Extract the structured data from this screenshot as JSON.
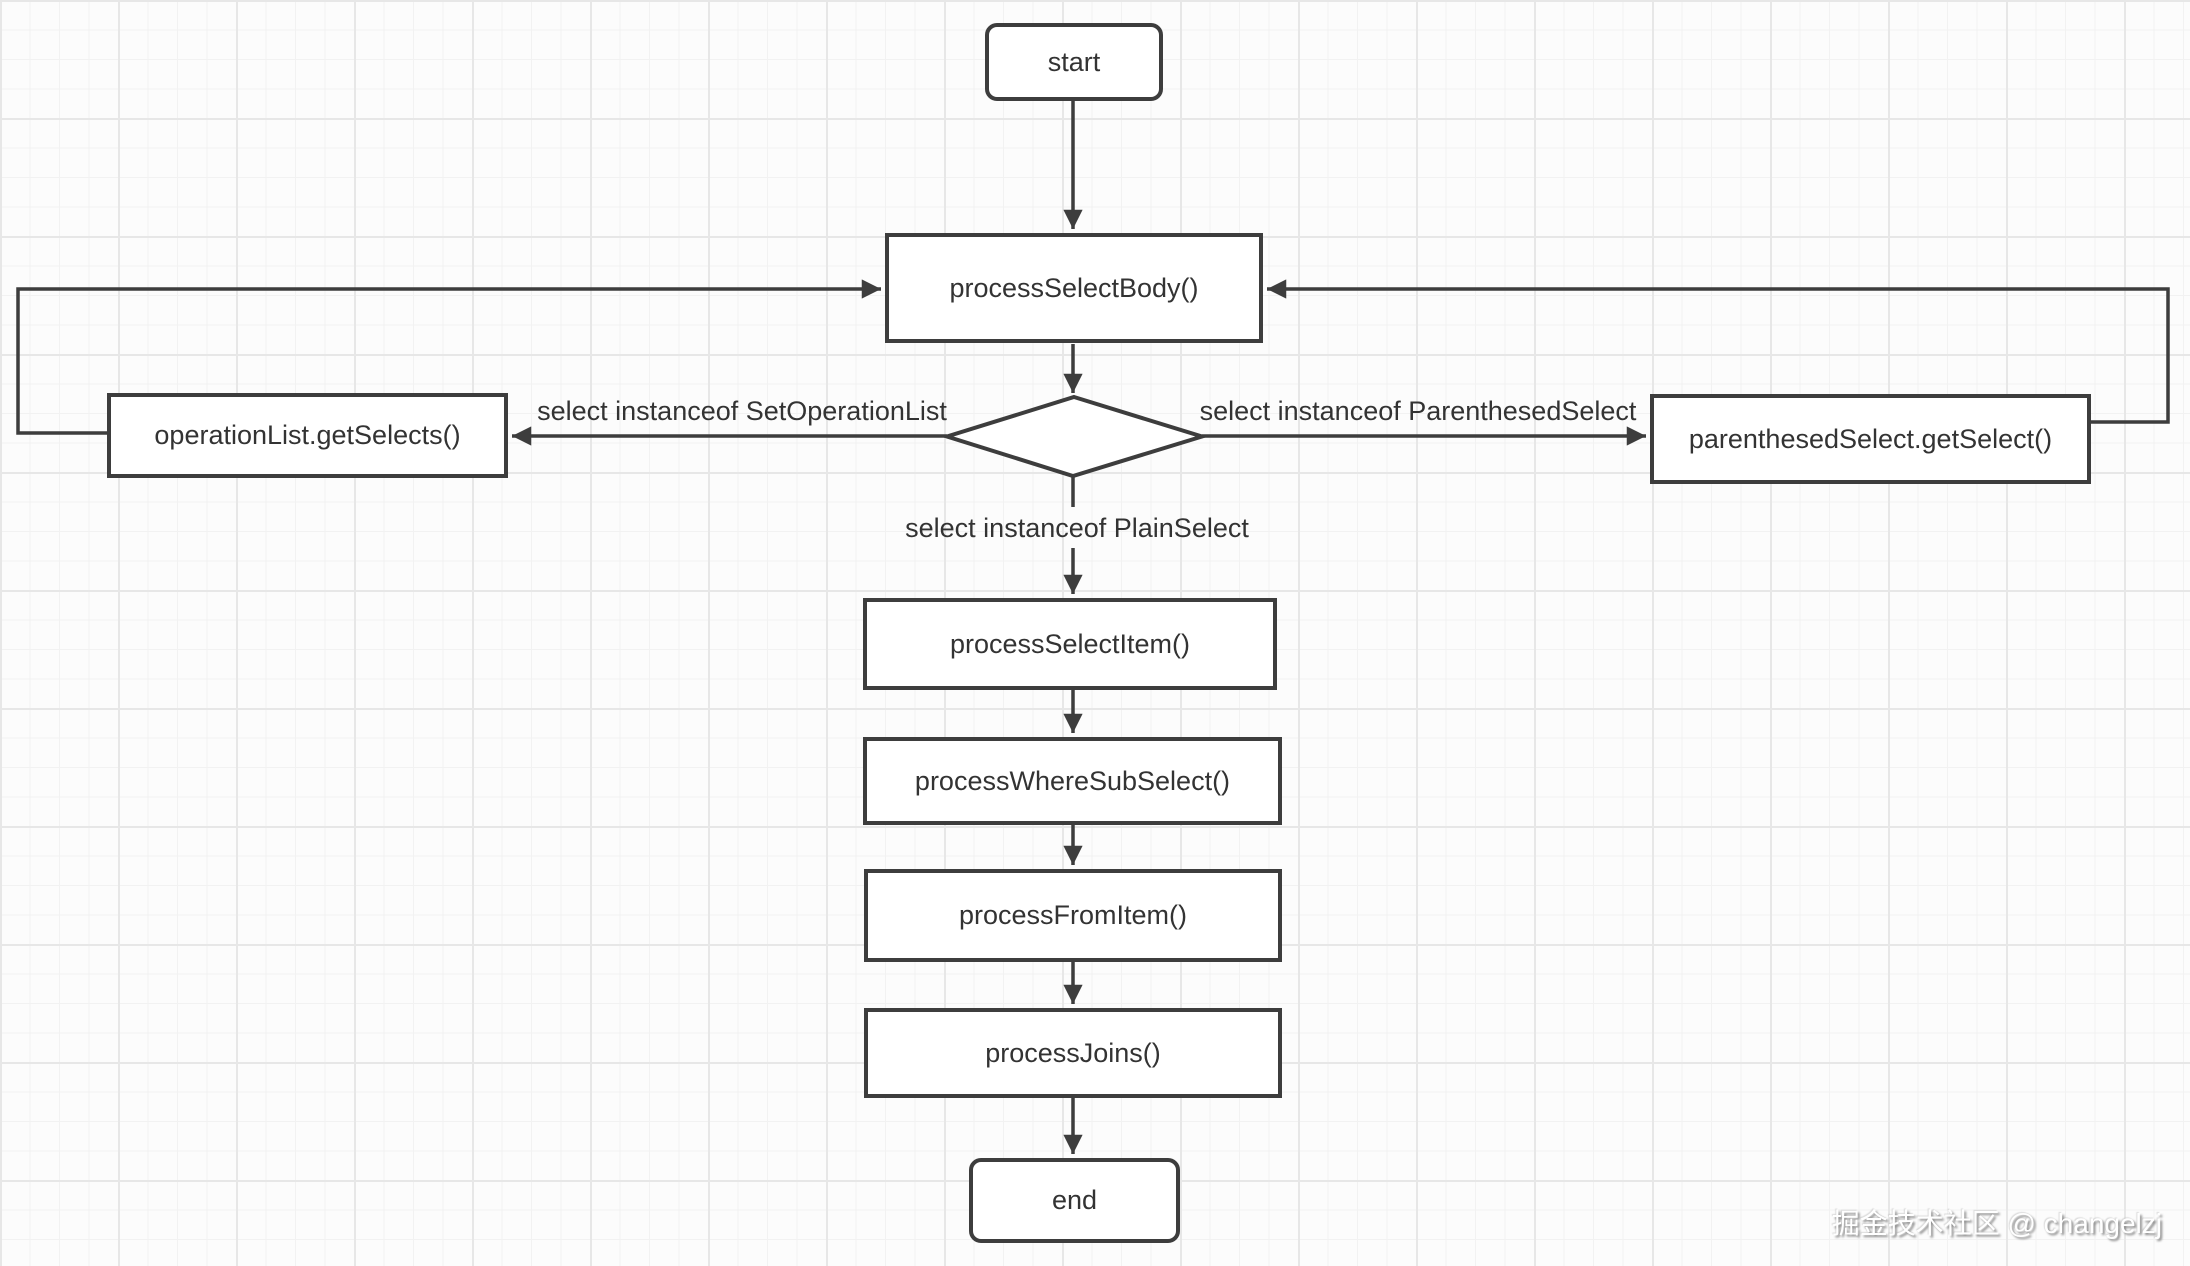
{
  "diagram": {
    "nodes": {
      "start": {
        "label": "start",
        "shape": "rounded-rect"
      },
      "process_select_body": {
        "label": "processSelectBody()",
        "shape": "rect"
      },
      "operation_list_get_selects": {
        "label": "operationList.getSelects()",
        "shape": "rect"
      },
      "parenthesed_select_get_select": {
        "label": "parenthesedSelect.getSelect()",
        "shape": "rect"
      },
      "decision": {
        "label": "",
        "shape": "diamond"
      },
      "process_select_item": {
        "label": "processSelectItem()",
        "shape": "rect"
      },
      "process_where_sub_select": {
        "label": "processWhereSubSelect()",
        "shape": "rect"
      },
      "process_from_item": {
        "label": "processFromItem()",
        "shape": "rect"
      },
      "process_joins": {
        "label": "processJoins()",
        "shape": "rect"
      },
      "end": {
        "label": "end",
        "shape": "rounded-rect"
      }
    },
    "edge_labels": {
      "set_operation_list": "select instanceof SetOperationList",
      "parenthesed_select": "select instanceof ParenthesedSelect",
      "plain_select": "select instanceof PlainSelect"
    },
    "colors": {
      "line": "#3d3d3d",
      "node_border": "#3d3d3d",
      "node_fill": "#ffffff",
      "text": "#333333",
      "canvas_background": "#fcfcfc",
      "grid_minor": "#f2f2f2",
      "grid_major": "#e7e7e7"
    }
  },
  "watermark": {
    "text": "掘金技术社区 @ changelzj"
  }
}
